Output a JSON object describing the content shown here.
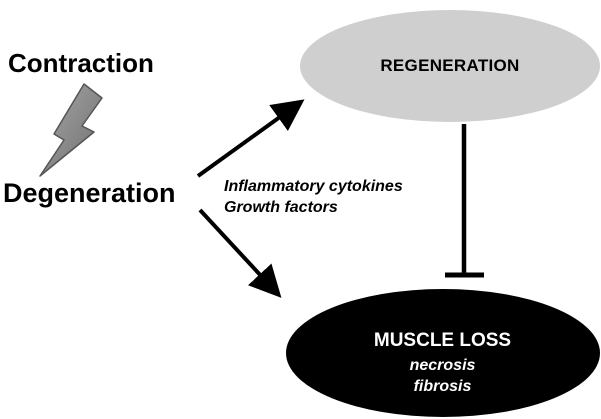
{
  "contraction_label": "Contraction",
  "degeneration_label": "Degeneration",
  "regeneration_label": "REGENERATION",
  "mediators": [
    "Inflammatory cytokines",
    "Growth factors"
  ],
  "muscle_loss": {
    "title": "MUSCLE LOSS",
    "subitems": [
      "necrosis",
      "fibrosis"
    ]
  },
  "icons": {
    "lightning": "lightning-bolt-icon"
  },
  "colors": {
    "regeneration_fill": "#cfcfcf",
    "muscle_loss_fill": "#000000",
    "lightning_fill": "#8a8a8a",
    "text": "#000000"
  }
}
